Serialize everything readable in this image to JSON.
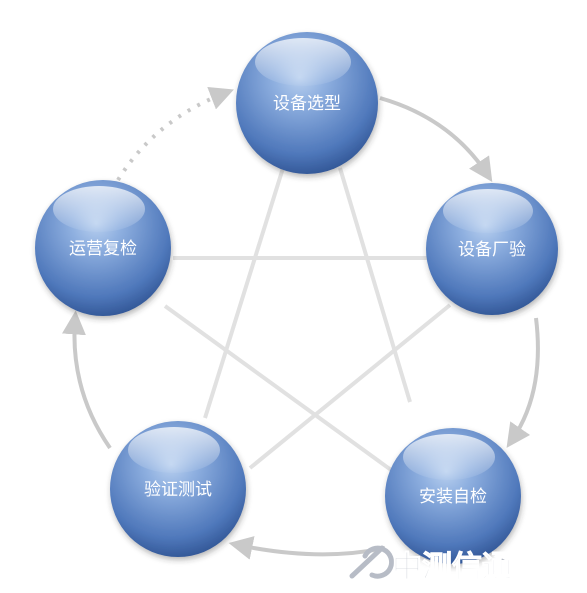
{
  "diagram": {
    "nodes": [
      {
        "label": "设备选型"
      },
      {
        "label": "设备厂验"
      },
      {
        "label": "安装自检"
      },
      {
        "label": "验证测试"
      },
      {
        "label": "运营复检"
      }
    ]
  },
  "watermark": {
    "text": "中测信通",
    "icon": "c-swoosh-logo-icon",
    "color": "#b7bcc6"
  },
  "colors": {
    "node_light": "#9cb8e3",
    "node_mid": "#5a82c2",
    "node_dark": "#2f5595",
    "arrow": "#c9c9c9",
    "star_lines": "#e1e1e1"
  }
}
